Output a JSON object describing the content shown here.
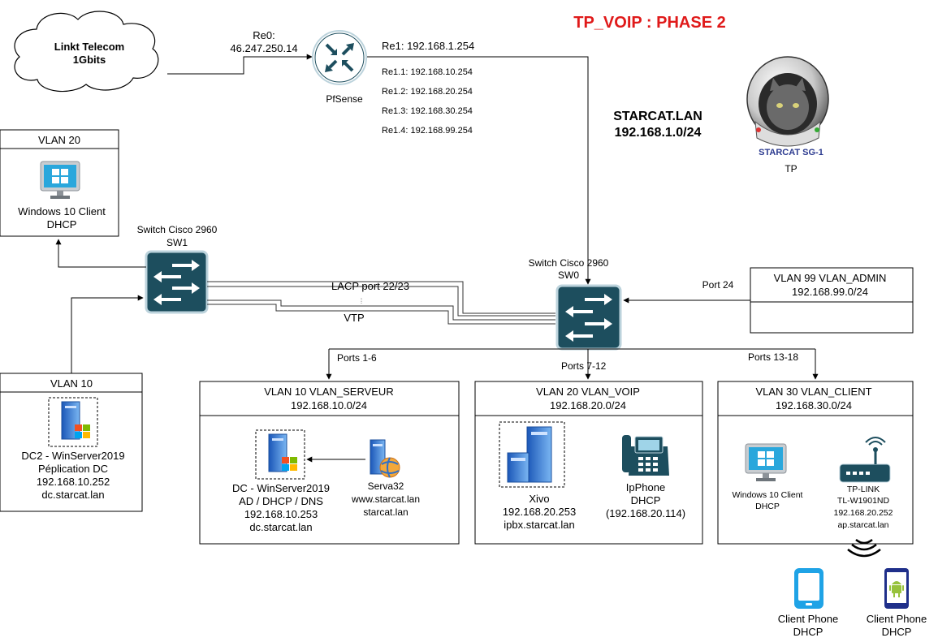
{
  "title": "TP_VOIP : PHASE 2",
  "colors": {
    "title": "#e01a1a",
    "device_teal": "#1d4e5e",
    "switch_border": "#bcd3dc",
    "monitor_blue": "#2aa7dc",
    "phone_blue": "#1fa3e6",
    "android_navy": "#1f2f8a",
    "android_green": "#97c23c"
  },
  "cloud": {
    "line1": "Linkt Telecom",
    "line2": "1Gbits"
  },
  "router": {
    "name": "PfSense",
    "wan_label": "Re0:",
    "wan_ip": "46.247.250.14",
    "interfaces": [
      "Re1: 192.168.1.254",
      "Re1.1: 192.168.10.254",
      "Re1.2: 192.168.20.254",
      "Re1.3: 192.168.30.254",
      "Re1.4: 192.168.99.254"
    ]
  },
  "network": {
    "name": "STARCAT.LAN",
    "subnet": "192.168.1.0/24"
  },
  "logo": {
    "text": "STARCAT SG-1",
    "caption": "TP"
  },
  "sw0": {
    "model": "Switch Cisco 2960",
    "name": "SW0"
  },
  "sw1": {
    "model": "Switch Cisco 2960",
    "name": "SW1"
  },
  "link": {
    "lacp": "LACP port 22/23",
    "vtp": "VTP"
  },
  "ports": {
    "admin": "Port 24",
    "serveur": "Ports 1-6",
    "voip": "Ports 7-12",
    "client": "Ports 13-18"
  },
  "vlan20_left": {
    "header": "VLAN 20",
    "lines": [
      "Windows 10 Client",
      "DHCP"
    ]
  },
  "vlan10_left": {
    "header": "VLAN 10",
    "lines": [
      "DC2 - WinServer2019",
      "Péplication DC",
      "192.168.10.252",
      "dc.starcat.lan"
    ]
  },
  "vlan99": {
    "header_line1": "VLAN 99 VLAN_ADMIN",
    "header_line2": "192.168.99.0/24"
  },
  "vlan_serveur": {
    "header_line1": "VLAN 10 VLAN_SERVEUR",
    "header_line2": "192.168.10.0/24",
    "dc_lines": [
      "DC - WinServer2019",
      "AD / DHCP / DNS",
      "192.168.10.253",
      "dc.starcat.lan"
    ],
    "web_lines": [
      "Serva32",
      "www.starcat.lan",
      "starcat.lan"
    ]
  },
  "vlan_voip": {
    "header_line1": "VLAN 20 VLAN_VOIP",
    "header_line2": "192.168.20.0/24",
    "xivo_lines": [
      "Xivo",
      "192.168.20.253",
      "ipbx.starcat.lan"
    ],
    "phone_lines": [
      "IpPhone",
      "DHCP",
      "(192.168.20.114)"
    ]
  },
  "vlan_client": {
    "header_line1": "VLAN 30 VLAN_CLIENT",
    "header_line2": "192.168.30.0/24",
    "win_lines": [
      "Windows 10 Client",
      "DHCP"
    ],
    "ap_lines": [
      "TP-LINK",
      "TL-W1901ND",
      "192.168.20.252",
      "ap.starcat.lan"
    ]
  },
  "mobiles": [
    {
      "lines": [
        "Client Phone",
        "DHCP"
      ]
    },
    {
      "lines": [
        "Client Phone",
        "DHCP"
      ]
    }
  ],
  "icons": [
    "cloud-icon",
    "router-icon",
    "switch-icon",
    "windows-monitor-icon",
    "server-icon",
    "globe-server-icon",
    "ip-phone-icon",
    "wifi-router-icon",
    "smartphone-icon",
    "android-phone-icon",
    "astronaut-cat-logo"
  ]
}
